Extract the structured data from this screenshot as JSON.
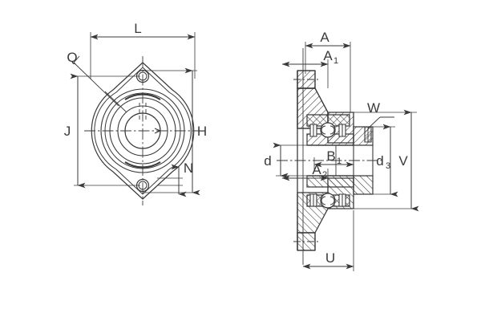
{
  "drawing": {
    "title": "Two-bolt flange bearing unit",
    "background_color": "#ffffff",
    "line_color": "#3a3a3a",
    "hatch_color": "#3a3a3a",
    "views": [
      {
        "name": "front-view",
        "description": "Front elevation of diamond two-bolt flange housing with concentric bearing circles"
      },
      {
        "name": "section-view",
        "description": "Vertical cross-section through bearing centreline showing ball bearing, inner and outer races, set screw and flange arms"
      }
    ],
    "dimension_labels": {
      "L": "L",
      "Q": "Q",
      "J": "J",
      "H": "H",
      "N": "N",
      "A": "A",
      "A1": "A",
      "A1_sub": "1",
      "A2": "A",
      "A2_sub": "2",
      "B1": "B",
      "B1_sub": "1",
      "W": "W",
      "d": "d",
      "d3": "d",
      "d3_sub": "3",
      "V": "V",
      "U": "U"
    }
  }
}
